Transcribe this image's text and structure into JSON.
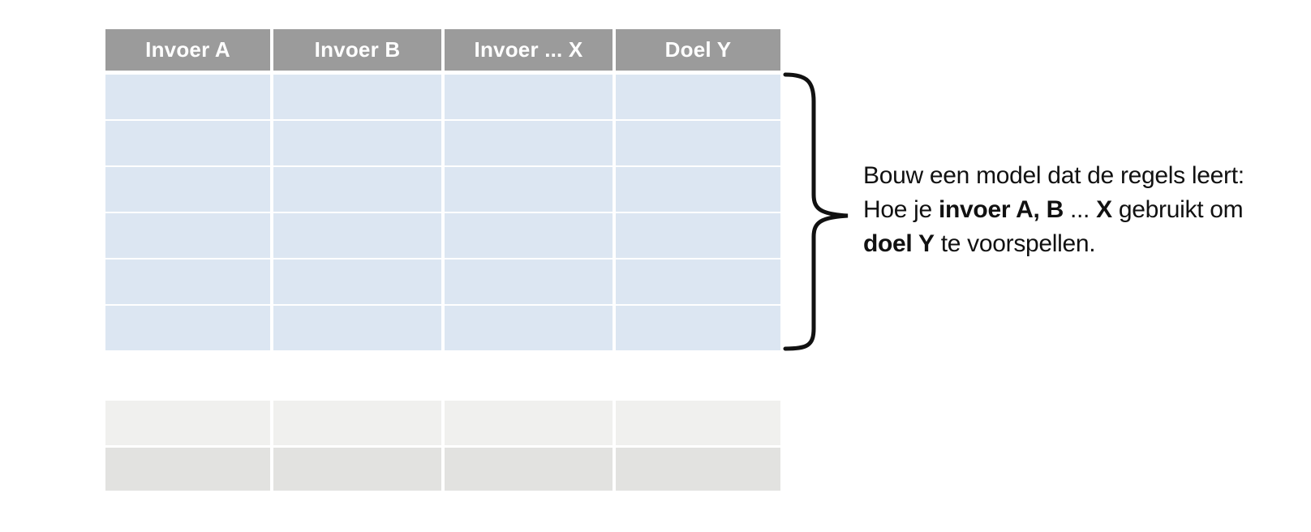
{
  "colors": {
    "header_bg": "#9b9b9b",
    "header_text": "#ffffff",
    "body_row_bg": "#dce6f2",
    "ink": "#111111",
    "background": "#ffffff"
  },
  "top_table": {
    "headers": [
      "Invoer A",
      "Invoer B",
      "Invoer ... X",
      "Doel Y"
    ],
    "rows": [
      [
        "",
        "",
        "",
        ""
      ],
      [
        "",
        "",
        "",
        ""
      ],
      [
        "",
        "",
        "",
        ""
      ],
      [
        "",
        "",
        "",
        ""
      ],
      [
        "",
        "",
        "",
        ""
      ],
      [
        "",
        "",
        "",
        ""
      ]
    ]
  },
  "annotation": {
    "lines": [
      {
        "segments": [
          {
            "text": "Bouw een model dat de regels leert:",
            "bold": false
          }
        ]
      },
      {
        "segments": [
          {
            "text": "Hoe je ",
            "bold": false
          },
          {
            "text": "invoer A,",
            "bold": true
          },
          {
            "text": " ",
            "bold": false
          },
          {
            "text": "B",
            "bold": true
          },
          {
            "text": " ... ",
            "bold": false
          },
          {
            "text": "X",
            "bold": true
          },
          {
            "text": " gebruikt om",
            "bold": false
          }
        ]
      },
      {
        "segments": [
          {
            "text": "doel Y",
            "bold": true
          },
          {
            "text": " te voorspellen.",
            "bold": false
          }
        ]
      }
    ]
  },
  "bottom_table": {
    "rows": [
      {
        "bg": "#f0f0ee",
        "cells": [
          "",
          "",
          "",
          ""
        ]
      },
      {
        "bg": "#e2e2e0",
        "cells": [
          "",
          "",
          "",
          ""
        ]
      }
    ]
  }
}
